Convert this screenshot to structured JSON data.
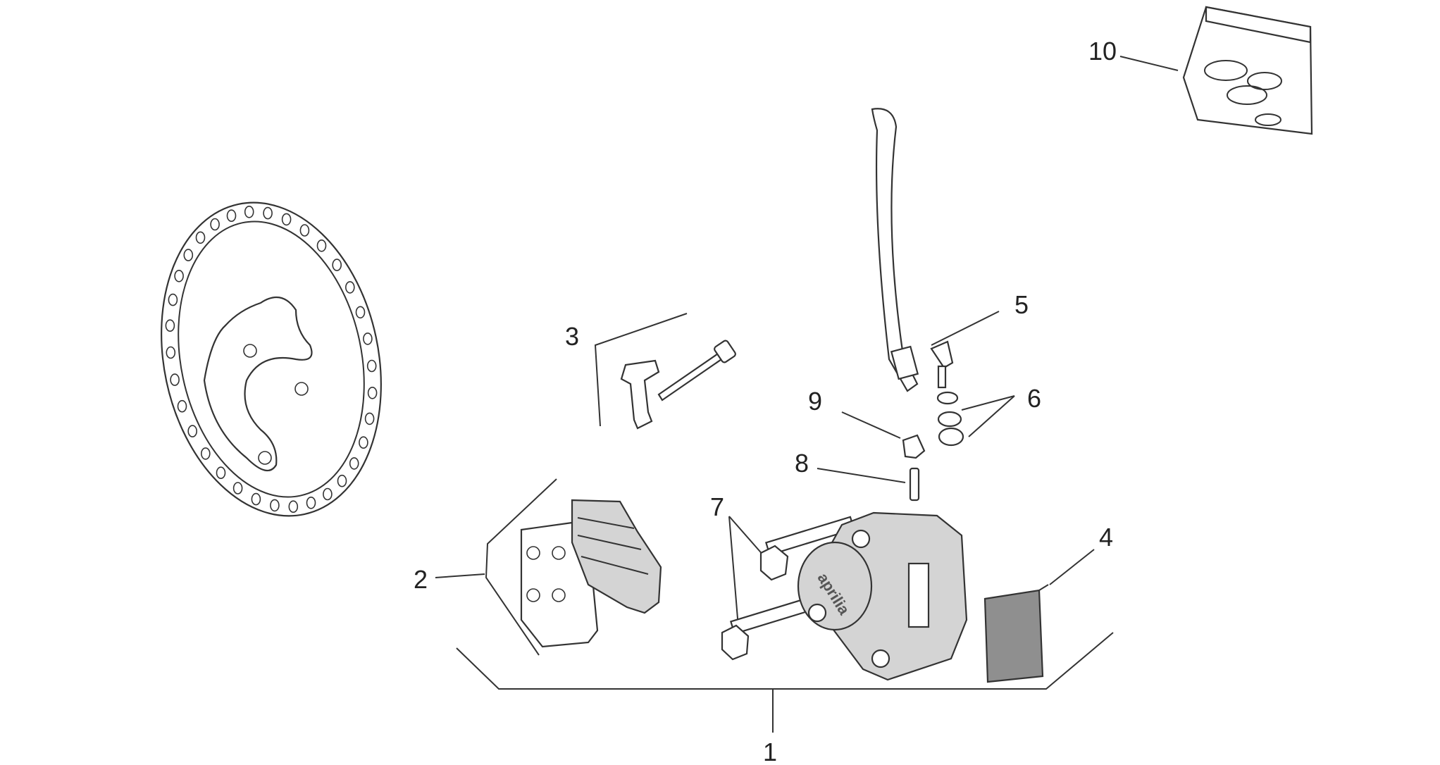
{
  "diagram": {
    "callouts": [
      {
        "id": "1",
        "label": "1"
      },
      {
        "id": "2",
        "label": "2"
      },
      {
        "id": "3",
        "label": "3"
      },
      {
        "id": "4",
        "label": "4"
      },
      {
        "id": "5",
        "label": "5"
      },
      {
        "id": "6",
        "label": "6"
      },
      {
        "id": "7",
        "label": "7"
      },
      {
        "id": "8",
        "label": "8"
      },
      {
        "id": "9",
        "label": "9"
      },
      {
        "id": "10",
        "label": "10"
      }
    ],
    "caliper_brand": "aprilia",
    "colors": {
      "line": "#333333",
      "fill_light": "#d4d4d4",
      "fill_dark": "#8f8f8f"
    }
  }
}
